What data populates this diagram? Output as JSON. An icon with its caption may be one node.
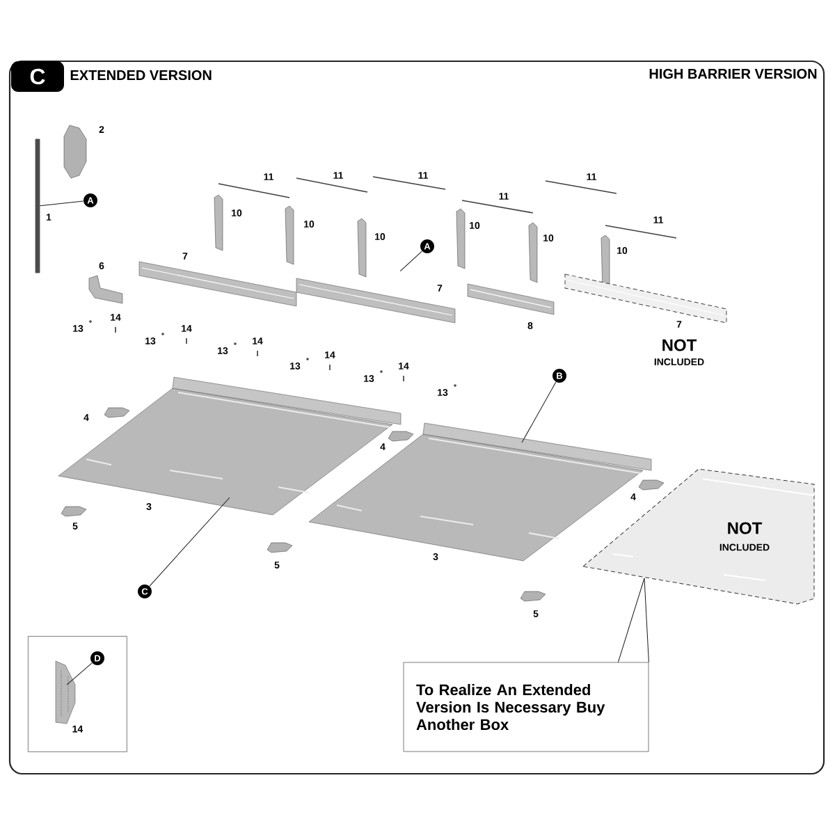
{
  "diagram": {
    "title": "EXTENDED VERSION",
    "nodes": [
      {
        "text": [
          "C"
        ]
      },
      {
        "text": [
          "A"
        ]
      },
      {
        "text": [],
        "shape": "bar"
      },
      {
        "text": [
          "A"
        ]
      },
      {
        "text": [],
        "shape": "picture"
      },
      {
        "text": [
          "B"
        ]
      },
      {
        "text": [],
        "shape": "picture"
      },
      {
        "text": [],
        "shape": "picture"
      },
      {
        "text": [
          "C"
        ]
      },
      {
        "text": [
          "NOT",
          "INCLUDED"
        ]
      },
      {
        "text": [
          "14"
        ]
      },
      {
        "text": [],
        "shape": "picture",
        "in": 10
      },
      {
        "text": [
          "D"
        ],
        "in": 10
      },
      {
        "text": [
          "To Realize An Extended Version Is Necessary Buy Another Box"
        ]
      }
    ],
    "edges": [
      {
        "from": 1,
        "to": 2,
        "arrow": "none"
      },
      {
        "from": 3,
        "to": 4,
        "arrow": "none"
      },
      {
        "from": 5,
        "to": 6,
        "arrow": "none"
      },
      {
        "from": 8,
        "to": 7,
        "arrow": "none"
      },
      {
        "from": 12,
        "to": 11,
        "arrow": "none"
      },
      {
        "from": 13,
        "to": 9,
        "arrow": "none"
      }
    ],
    "labels": [
      "HIGH BARRIER VERSION",
      "2",
      "1",
      "11",
      "11",
      "11",
      "11",
      "11",
      "11",
      "10",
      "10",
      "10",
      "10",
      "10",
      "10",
      "6",
      "7",
      "7",
      "8",
      "7",
      "NOT",
      "INCLUDED",
      "13",
      "14",
      "13",
      "14",
      "13",
      "14",
      "13",
      "14",
      "13",
      "14",
      "13",
      "4",
      "4",
      "4",
      "3",
      "3",
      "5",
      "5",
      "5"
    ]
  }
}
